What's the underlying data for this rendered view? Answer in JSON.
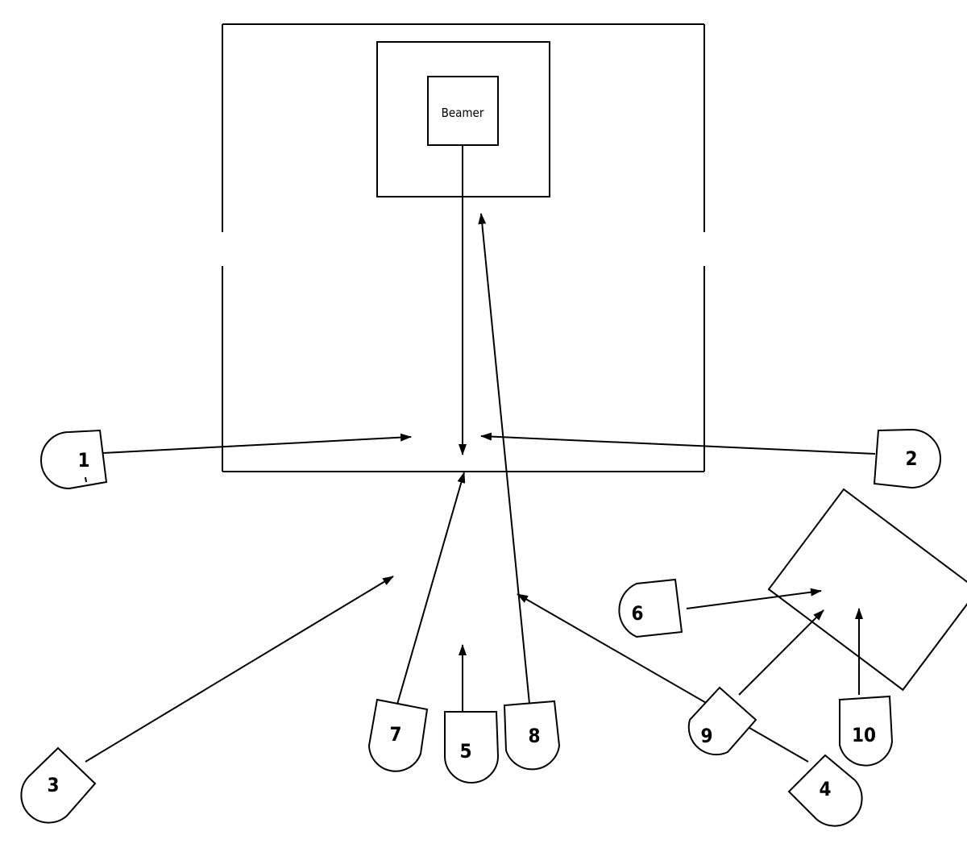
{
  "diagram": {
    "beamer_label": "Beamer",
    "cameras": [
      {
        "id": "camera-1",
        "label": "1"
      },
      {
        "id": "camera-2",
        "label": "2"
      },
      {
        "id": "camera-3",
        "label": "3"
      },
      {
        "id": "camera-4",
        "label": "4"
      },
      {
        "id": "camera-5",
        "label": "5"
      },
      {
        "id": "camera-6",
        "label": "6"
      },
      {
        "id": "camera-7",
        "label": "7"
      },
      {
        "id": "camera-8",
        "label": "8"
      },
      {
        "id": "camera-9",
        "label": "9"
      },
      {
        "id": "camera-10",
        "label": "10"
      }
    ],
    "colors": {
      "stroke": "#000000",
      "background": "#ffffff"
    }
  }
}
